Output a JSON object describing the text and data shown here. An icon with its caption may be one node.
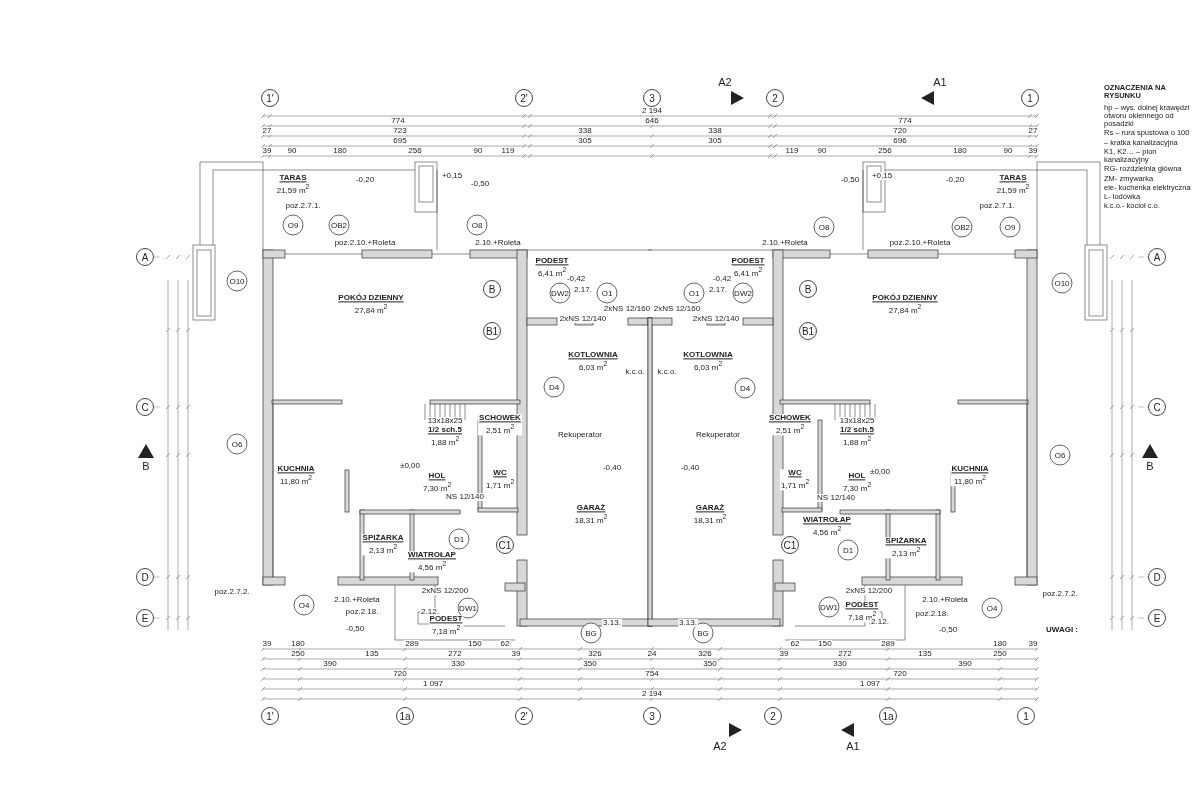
{
  "diagram": {
    "nodes": [
      {
        "text": [
          "1'"
        ]
      },
      {
        "text": [
          "2'"
        ]
      },
      {
        "text": [
          "3"
        ]
      },
      {
        "text": [
          "2"
        ]
      },
      {
        "text": [
          "1"
        ]
      },
      {
        "text": [
          "TARAS",
          "21,59 m$^{2}$"
        ]
      },
      {
        "text": [
          "TARAS",
          "21,59 m$^{2}$"
        ]
      },
      {
        "text": [
          "O9"
        ]
      },
      {
        "text": [
          "OB2"
        ]
      },
      {
        "text": [
          "O8"
        ]
      },
      {
        "text": [
          "O8"
        ]
      },
      {
        "text": [
          "OB2"
        ]
      },
      {
        "text": [
          "O9"
        ]
      },
      {
        "text": [
          "A"
        ]
      },
      {
        "text": [
          "A"
        ]
      },
      {
        "text": [
          "PODEST",
          "6,41 m$^{2}$"
        ]
      },
      {
        "text": [
          "PODEST",
          "6,41 m$^{2}$"
        ]
      },
      {
        "text": [
          "O10"
        ]
      },
      {
        "text": [
          "O10"
        ]
      },
      {
        "text": [
          "B"
        ]
      },
      {
        "text": [
          "B"
        ]
      },
      {
        "text": [
          "DW2"
        ]
      },
      {
        "text": [
          "O1"
        ]
      },
      {
        "text": [
          "O1"
        ]
      },
      {
        "text": [
          "DW2"
        ]
      },
      {
        "text": [
          "POKÓJ DZIENNY",
          "27,84 m$^{2}$"
        ]
      },
      {
        "text": [
          "POKÓJ DZIENNY",
          "27,84 m$^{2}$"
        ]
      },
      {
        "text": [
          "B1"
        ]
      },
      {
        "text": [
          "B1"
        ]
      },
      {
        "text": [
          "KOTLOWNIA",
          "6,03 m$^{2}$"
        ]
      },
      {
        "text": [
          "KOTLOWNIA",
          "6,03 m$^{2}$"
        ]
      },
      {
        "text": [
          "D4"
        ]
      },
      {
        "text": [
          "D4"
        ]
      },
      {
        "text": [
          "C"
        ]
      },
      {
        "text": [
          "C"
        ]
      },
      {
        "text": [
          "SCHOWEK",
          "2,51 m$^{2}$"
        ]
      },
      {
        "text": [
          "1/2 sch.5",
          "1,88 m$^{2}$"
        ]
      },
      {
        "text": [
          "1/2 sch.5",
          "1,88 m$^{2}$"
        ]
      },
      {
        "text": [
          "SCHOWEK",
          "2,51 m$^{2}$"
        ]
      },
      {
        "text": [
          "O6"
        ]
      },
      {
        "text": [
          "O6"
        ]
      },
      {
        "text": [
          "KUCHNIA",
          "11,80 m$^{2}$"
        ]
      },
      {
        "text": [
          "HOL",
          "7,30 m$^{2}$"
        ]
      },
      {
        "text": [
          "WC",
          "1,71 m$^{2}$"
        ]
      },
      {
        "text": [
          "WC",
          "1,71 m$^{2}$"
        ]
      },
      {
        "text": [
          "HOL",
          "7,30 m$^{2}$"
        ]
      },
      {
        "text": [
          "KUCHNIA",
          "11,80 m$^{2}$"
        ]
      },
      {
        "text": [
          "GARAŻ",
          "18,31 m$^{2}$"
        ]
      },
      {
        "text": [
          "GARAŻ",
          "18,31 m$^{2}$"
        ]
      },
      {
        "text": [
          "D1"
        ]
      },
      {
        "text": [
          "D1"
        ]
      },
      {
        "text": [
          "C1"
        ]
      },
      {
        "text": [
          "C1"
        ]
      },
      {
        "text": [
          "SPIŻARKA",
          "2,13 m$^{2}$"
        ]
      },
      {
        "text": [
          "WIATROŁAP",
          "4,56 m$^{2}$"
        ]
      },
      {
        "text": [
          "WIATROŁAP",
          "4,56 m$^{2}$"
        ]
      },
      {
        "text": [
          "SPIŻARKA",
          "2,13 m$^{2}$"
        ]
      },
      {
        "text": [
          "D"
        ]
      },
      {
        "text": [
          "D"
        ]
      },
      {
        "text": [
          "O4"
        ]
      },
      {
        "text": [
          "DW1"
        ]
      },
      {
        "text": [
          "DW1"
        ]
      },
      {
        "text": [
          "O4"
        ]
      },
      {
        "text": [
          "E"
        ]
      },
      {
        "text": [
          "E"
        ]
      },
      {
        "text": [
          "PODEST",
          "7,18 m$^{2}$"
        ]
      },
      {
        "text": [
          "PODEST",
          "7,18 m$^{2}$"
        ]
      },
      {
        "text": [
          "BG"
        ]
      },
      {
        "text": [
          "BG"
        ]
      },
      {
        "text": [
          "1'"
        ]
      },
      {
        "text": [
          "1a"
        ]
      },
      {
        "text": [
          "2'"
        ]
      },
      {
        "text": [
          "3"
        ]
      },
      {
        "text": [
          "2"
        ]
      },
      {
        "text": [
          "1a"
        ]
      },
      {
        "text": [
          "1"
        ]
      }
    ],
    "labels": [
      "A2",
      "A1",
      "OZNACZENIA NA RYSUNKU",
      "hp – wys. dolnej krawędzi otworu okiennego od posadzki",
      "Rs – rura spustowa o 100",
      "– kratka kanalizacyjna",
      "K1, K2… – pion kanalizacyjny",
      "RG- rozdzielnia główna",
      "ZM- zmywarka",
      "ele- kuchenka elektryczna",
      "L- lodówka",
      "k.c.o.- kocioł c.o.",
      "2 194",
      "774",
      "646",
      "774",
      "27",
      "723",
      "338",
      "338",
      "720",
      "27",
      "695",
      "305",
      "305",
      "696",
      "39",
      "90",
      "180",
      "256",
      "90",
      "119",
      "119",
      "90",
      "256",
      "180",
      "90",
      "39",
      "+0,15",
      "-0,20",
      "-0,50",
      "-0,50",
      "+0,15",
      "-0,20",
      "poz.2.7.1.",
      "poz.2.7.1.",
      "poz.2.10.+Roleta",
      "2.10.+Roleta",
      "2.10.+Roleta",
      "poz.2.10.+Roleta",
      "-0,42",
      "-0,42",
      "2.17.",
      "2.17.",
      "2xNS 12/140",
      "2xNS 12/160",
      "2xNS 12/160",
      "2xNS 12/140",
      "k.c.o.",
      "k.c.o.",
      "Rekuperator",
      "Rekuperator",
      "13x18x25",
      "13x18x25",
      "B",
      "±0,00",
      "-0,40",
      "-0,40",
      "±0,00",
      "B",
      "NS 12/140",
      "NS 12/140",
      "poz.2.7.2.",
      "2xNS 12/200",
      "2xNS 12/200",
      "poz.2.7.2.",
      "2.10.+Roleta",
      "2.10.+Roleta",
      "poz.2.18.",
      "2.12.",
      "2.12.",
      "poz.2.18.",
      "3.13.",
      "3.13.",
      "-0,50",
      "-0,50",
      "UWAGI :",
      "39",
      "180",
      "289",
      "150",
      "62",
      "62",
      "150",
      "289",
      "180",
      "39",
      "250",
      "135",
      "272",
      "39",
      "326",
      "24",
      "326",
      "39",
      "272",
      "135",
      "250",
      "390",
      "330",
      "350",
      "350",
      "330",
      "390",
      "720",
      "754",
      "720",
      "1 097",
      "1 097",
      "2 194",
      "A2",
      "A1"
    ]
  }
}
